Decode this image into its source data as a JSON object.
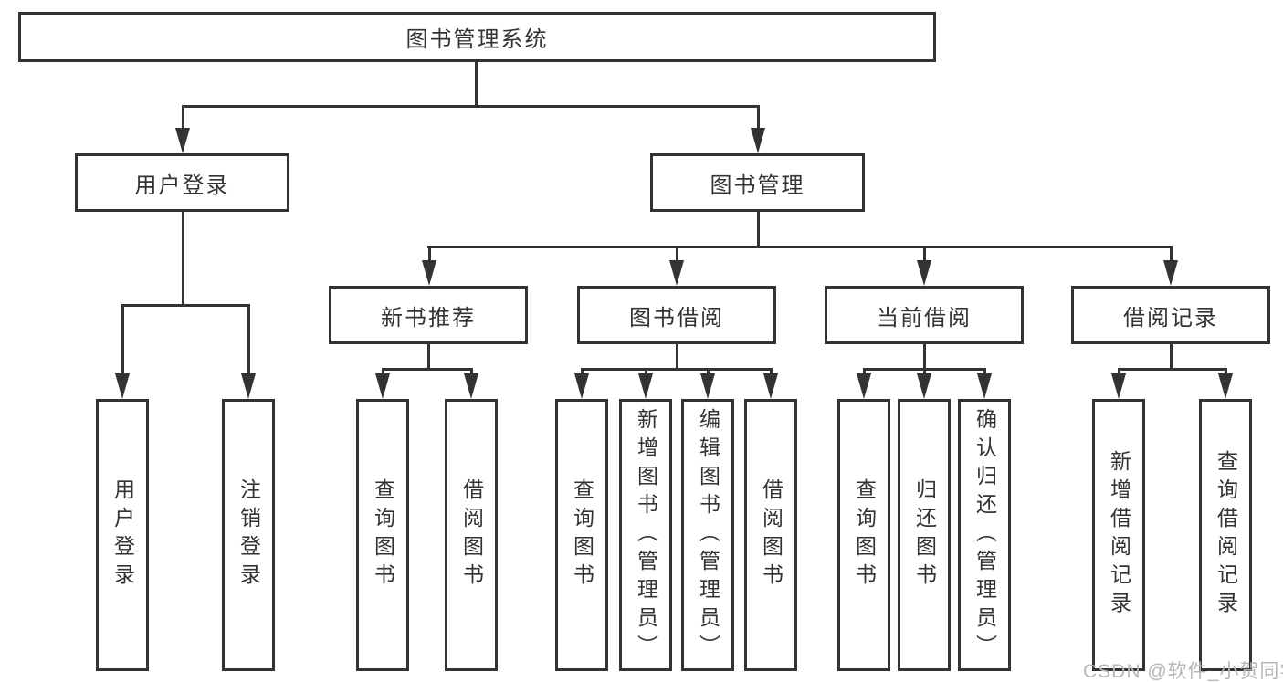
{
  "diagram": {
    "root": {
      "label": "图书管理系统"
    },
    "level2": [
      {
        "label": "用户登录"
      },
      {
        "label": "图书管理"
      }
    ],
    "level3": [
      {
        "label": "新书推荐"
      },
      {
        "label": "图书借阅"
      },
      {
        "label": "当前借阅"
      },
      {
        "label": "借阅记录"
      }
    ],
    "leaves": {
      "user_login": [
        {
          "label": "用户登录"
        },
        {
          "label": "注销登录"
        }
      ],
      "new_book": [
        {
          "label": "查询图书"
        },
        {
          "label": "借阅图书"
        }
      ],
      "book_borrow": [
        {
          "label": "查询图书"
        },
        {
          "label": "新增图书（管理员）"
        },
        {
          "label": "编辑图书（管理员）"
        },
        {
          "label": "借阅图书"
        }
      ],
      "current_borrow": [
        {
          "label": "查询图书"
        },
        {
          "label": "归还图书"
        },
        {
          "label": "确认归还（管理员）"
        }
      ],
      "borrow_record": [
        {
          "label": "新增借阅记录"
        },
        {
          "label": "查询借阅记录"
        }
      ]
    },
    "watermark": "CSDN @软件_小贺同学",
    "colors": {
      "line": "#333333",
      "text": "#333333",
      "watermark": "#b4b8bd",
      "background": "#ffffff"
    }
  }
}
